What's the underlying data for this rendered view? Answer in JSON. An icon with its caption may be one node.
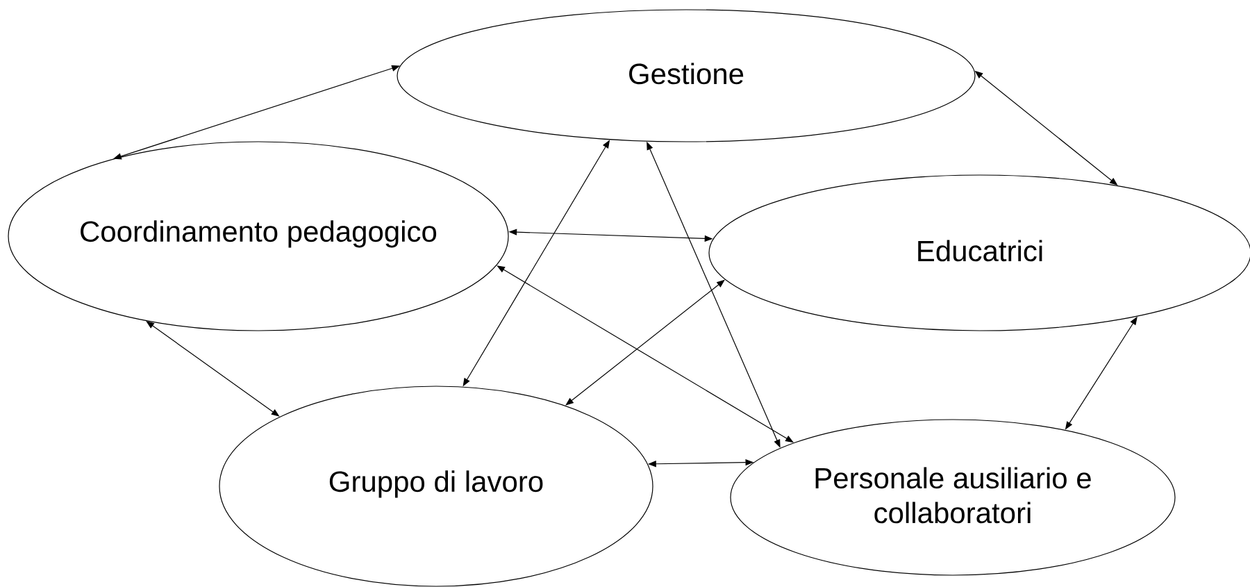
{
  "diagram": {
    "nodes": [
      {
        "text": [
          "Gestione"
        ]
      },
      {
        "text": [
          "Coordinamento pedagogico"
        ]
      },
      {
        "text": [
          "Educatrici"
        ]
      },
      {
        "text": [
          "Gruppo di lavoro"
        ]
      },
      {
        "text": [
          "Personale ausiliario e collaboratori"
        ]
      }
    ],
    "edges": [
      {
        "from": 1,
        "to": 0,
        "arrow": "both"
      },
      {
        "from": 0,
        "to": 2,
        "arrow": "both"
      },
      {
        "from": 1,
        "to": 2,
        "arrow": "both"
      },
      {
        "from": 0,
        "to": 3,
        "arrow": "both"
      },
      {
        "from": 0,
        "to": 4,
        "arrow": "both"
      },
      {
        "from": 1,
        "to": 4,
        "arrow": "both"
      },
      {
        "from": 2,
        "to": 3,
        "arrow": "both"
      },
      {
        "from": 1,
        "to": 3,
        "arrow": "both"
      },
      {
        "from": 2,
        "to": 4,
        "arrow": "both"
      },
      {
        "from": 3,
        "to": 4,
        "arrow": "both"
      }
    ]
  }
}
